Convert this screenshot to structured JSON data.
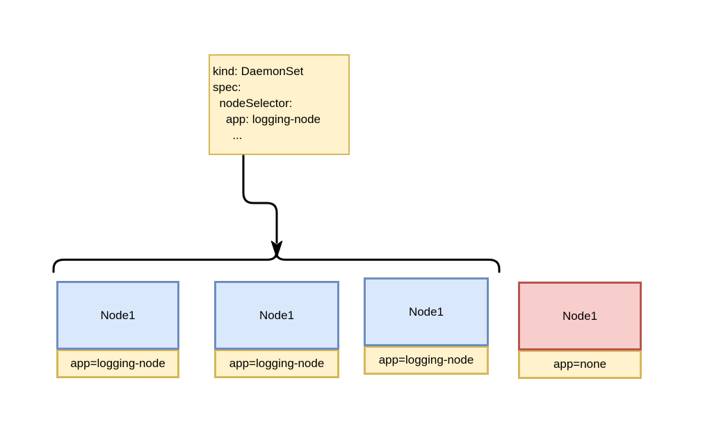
{
  "diagram": {
    "spec_box": {
      "text": "kind: DaemonSet\nspec:\n  nodeSelector:\n    app: logging-node\n      ..."
    },
    "nodes": [
      {
        "name": "Node1",
        "label": "app=logging-node",
        "status": "selected"
      },
      {
        "name": "Node1",
        "label": "app=logging-node",
        "status": "selected"
      },
      {
        "name": "Node1",
        "label": "app=logging-node",
        "status": "selected"
      },
      {
        "name": "Node1",
        "label": "app=none",
        "status": "not-selected"
      }
    ],
    "colors": {
      "yellow_fill": "#FFF2CC",
      "yellow_border": "#D6B656",
      "blue_fill": "#DAE8FC",
      "blue_border": "#6C8EBF",
      "red_fill": "#F8CECC",
      "red_border": "#B85450",
      "connector": "#000000"
    }
  }
}
